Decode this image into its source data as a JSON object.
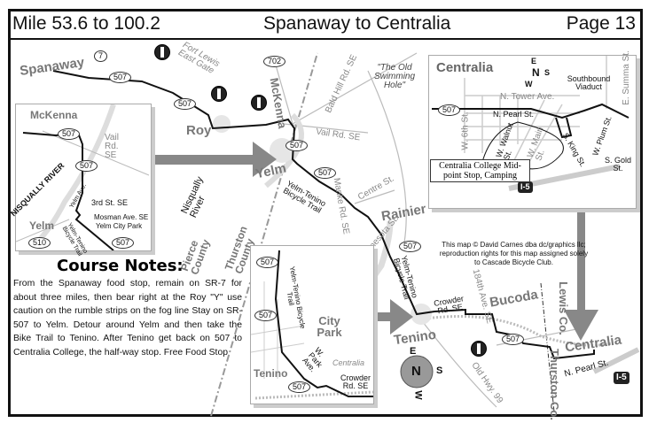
{
  "header": {
    "left": "Mile 53.6 to 100.2",
    "center": "Spanaway to Centralia",
    "right": "Page 13"
  },
  "notes": {
    "title": "Course Notes:",
    "text": "From the Spanaway food stop, remain on SR-7 for about three miles, then bear right at the Roy \"Y\" use caution on the rumble strips on the fog line Stay on SR-507 to Yelm.  Detour around Yelm and then take the Bike Trail to Tenino. After Tenino get back on 507 to Centralia College, the half-way stop. Free Food Stop"
  },
  "copyright": "This map © David Carnes dba dc/graphics llc; reproduction rights for this map assigned solely to Cascade Bicycle Club.",
  "main_map": {
    "spanaway": "Spanaway",
    "sr7": "7",
    "sr507_a": "507",
    "sr507_b": "507",
    "fort_lewis": "Fort Lewis East Gate",
    "roy": "Roy",
    "sr702": "702",
    "mckenna": "McKenna",
    "bald_hill": "Bald Hill Rd. SE",
    "vail": "Vail Rd. SE",
    "swimming_hole": "\"The Old Swimming Hole\"",
    "sr507_c": "507",
    "sr507_d": "507",
    "yelm": "Yelm",
    "yelm_trail": "Yelm-Tenino Bicycle Trail",
    "nisqually": "Nisqually River",
    "pierce": "Pierce County",
    "thurston_county": "Thurston County",
    "manke": "Manke Rd. SE",
    "centre": "Centre St.",
    "rainier": "Rainier",
    "minnesota": "Minnesota St.",
    "sr507_e": "507",
    "deschutes": "DESCHUTES RIVER",
    "yelm_trail_2": "Yelm-Tenino Bicycle Trail",
    "tenino": "Tenino",
    "crowder": "Crowder Rd. SE",
    "ave184": "184th Ave. SE",
    "bucoda": "Bucoda",
    "sr507_f": "507",
    "lewis_co": "Lewis Co.",
    "thurston_co": "Thurston Co.",
    "old_hwy": "Old Hwy. 99",
    "centralia": "Centralia",
    "n_pearl": "N. Pearl St.",
    "i5": "I-5",
    "compass": {
      "n": "N",
      "s": "S",
      "e": "E",
      "w": "W"
    }
  },
  "yelm_inset": {
    "mckenna": "McKenna",
    "sr507_a": "507",
    "vail": "Vail Rd. SE",
    "sr507_b": "507",
    "river": "NISQUALLY RIVER",
    "yelm": "Yelm",
    "yelm_ave": "Yelm Ave.",
    "third": "3rd St. SE",
    "mosman": "Mosman Ave. SE",
    "park": "Yelm City Park",
    "sr510": "510",
    "trail": "Yelm-Tenino Bicycle Trail",
    "sr507_c": "507"
  },
  "centralia_inset": {
    "title": "Centralia",
    "sr507": "507",
    "tower": "N. Tower Ave.",
    "pearl": "N. Pearl St.",
    "sixth": "W. 6th St.",
    "walnut": "W. Walnut St.",
    "main": "W. Main St.",
    "king": "S. King St.",
    "plum": "W. Plum St.",
    "viaduct": "Southbound Viaduct",
    "summa": "E. Summa St.",
    "gold": "S. Gold St.",
    "college": "Centralia College Mid-point Stop, Camping",
    "i5": "I-5",
    "compass": {
      "n": "N",
      "s": "S",
      "e": "E",
      "w": "W"
    }
  },
  "tenino_inset": {
    "sr507_a": "507",
    "trail": "Yelm-Tenino Bicycle Trail",
    "sr507_b": "507",
    "city_park": "City Park",
    "park_ave": "W. Park Ave.",
    "tenino": "Tenino",
    "sr507_c": "507",
    "centralia": "Centralia",
    "crowder": "Crowder Rd. SE"
  }
}
